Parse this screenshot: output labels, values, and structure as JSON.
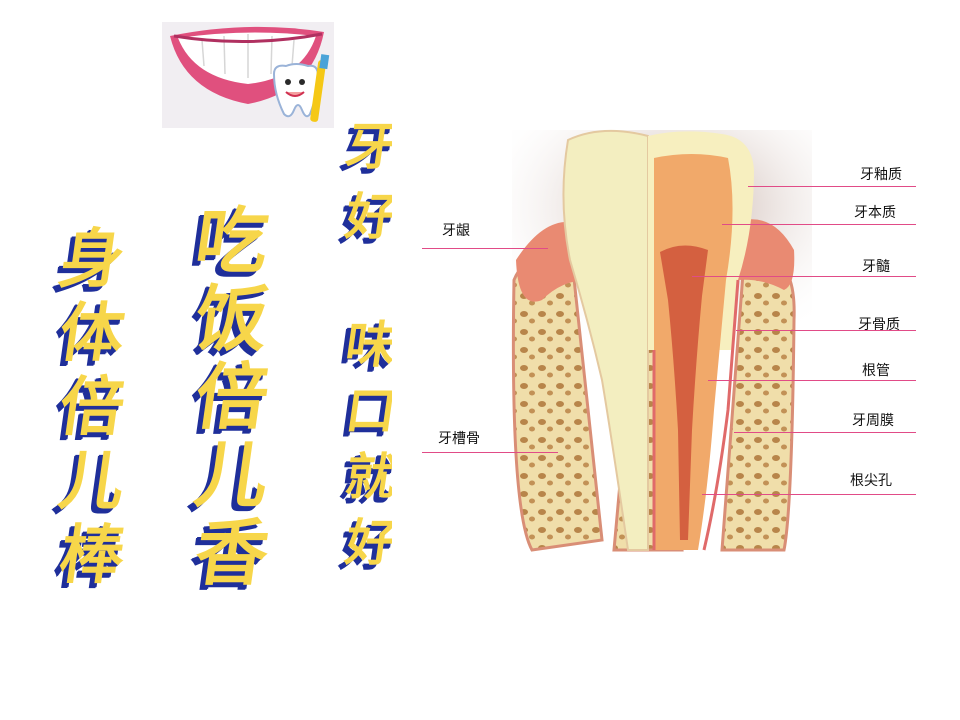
{
  "slogans": {
    "left": [
      "身",
      "体",
      "倍",
      "儿",
      "棒"
    ],
    "middle": [
      "吃",
      "饭",
      "倍",
      "儿",
      "香"
    ],
    "right_top": [
      "牙",
      "好"
    ],
    "right_bottom": [
      "味",
      "口",
      "就",
      "好"
    ]
  },
  "logo": {
    "icon": "smiling-mouth-with-tooth-mascot"
  },
  "diagram": {
    "labels_right": [
      "牙釉质",
      "牙本质",
      "牙髓",
      "牙骨质",
      "根管",
      "牙周膜",
      "根尖孔"
    ],
    "labels_left": [
      "牙龈",
      "牙槽骨"
    ]
  },
  "colors": {
    "slogan_fill": "#f7d64a",
    "slogan_shadow": "#1f2f9a",
    "leader_line": "#e14b87",
    "gum": "#e98a72",
    "enamel": "#f3eec0",
    "bone": "#f0deaa"
  }
}
